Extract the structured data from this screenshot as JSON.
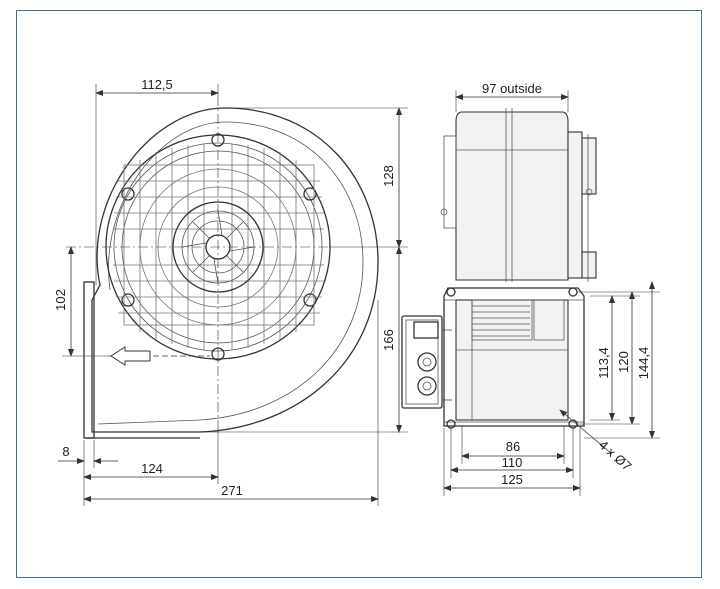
{
  "dimensions": {
    "top_width": "112,5",
    "height_upper": "128",
    "height_left": "102",
    "height_right": "166",
    "flange_width": "8",
    "outlet_offset": "124",
    "overall_width": "271",
    "side_depth": "97 outside",
    "base_inner": "86",
    "base_mid": "110",
    "base_outer": "125",
    "base_h1": "113,4",
    "base_h2": "120",
    "base_h3": "144,4",
    "holes": "4 x Ø7"
  },
  "colors": {
    "frame": "#4a7089",
    "line": "#333333",
    "housing_fill": "#f2f2f2"
  }
}
